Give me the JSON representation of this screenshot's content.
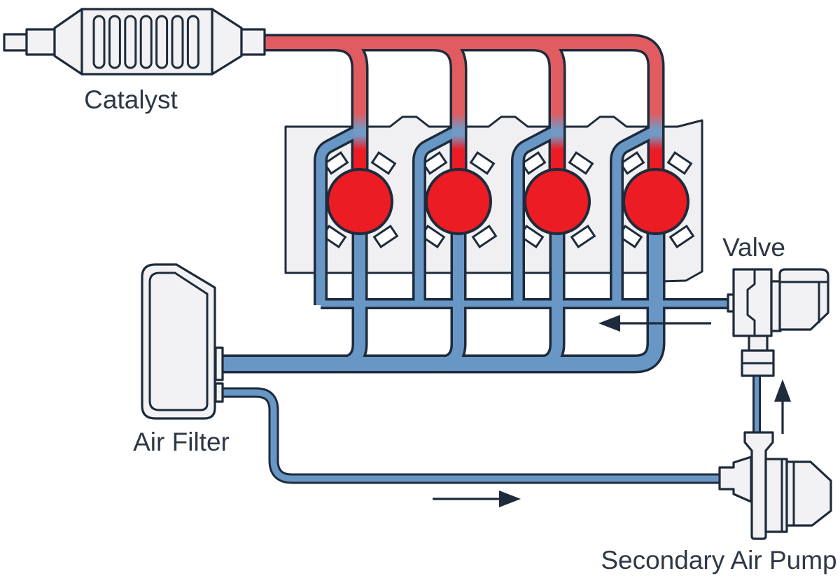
{
  "labels": {
    "catalyst": "Catalyst",
    "air_filter": "Air Filter",
    "valve": "Valve",
    "secondary_air_pump": "Secondary Air Pump"
  },
  "colors": {
    "bg": "#FFFFFF",
    "outline": "#1E2B3B",
    "blue": "#6897C5",
    "red": "#E05C60",
    "redBright": "#EC1C24",
    "fill": "#F2F2F4",
    "block": "#F0F0F2",
    "text": "#2E3845"
  },
  "diagram": {
    "type": "secondary-air-injection-system",
    "cylinder_count": 4,
    "catalyst_coil_count": 7,
    "pipe_colors": {
      "exhaust_pipes": "#E05C60",
      "air_pipes": "#6897C5"
    },
    "arrows": [
      {
        "direction": "right",
        "location": "air-filter-to-pump-pipe"
      },
      {
        "direction": "up",
        "location": "pump-to-valve-pipe"
      },
      {
        "direction": "left",
        "location": "valve-to-engine-pipe"
      }
    ]
  }
}
